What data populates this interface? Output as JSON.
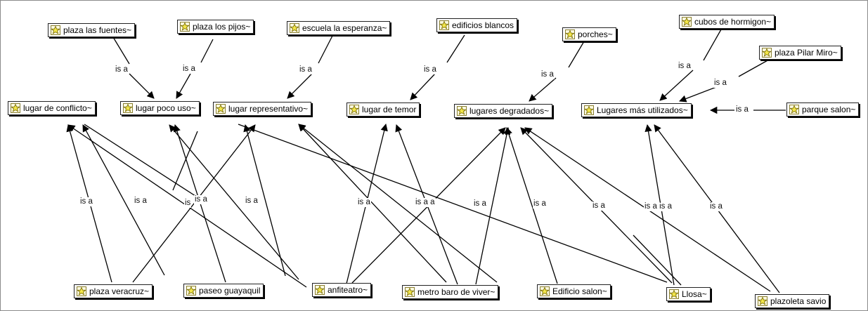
{
  "concepts": {
    "plaza_las_fuentes": "plaza las fuentes~",
    "plaza_los_pijos": "plaza los pijos~",
    "escuela_la_esperanza": "escuela la  esperanza~",
    "edificios_blancos": "edificios blancos",
    "porches": "porches~",
    "cubos_de_hormigon": "cubos de hormigon~",
    "plaza_pilar_miro": "plaza Pilar Miro~",
    "lugar_de_conflicto": "lugar de  conflicto~",
    "lugar_poco_uso": "lugar poco uso~",
    "lugar_representativo": "lugar representativo~",
    "lugar_de_temor": "lugar de temor",
    "lugares_degradados": "lugares degradados~",
    "lugares_mas_utilizados": "Lugares más utilizados~",
    "parque_salon": "parque salon~",
    "plaza_veracruz": "plaza veracruz~",
    "paseo_guayaquil": "paseo guayaquil",
    "anfiteatro": "anfiteatro~",
    "metro_baro_de_viver": "metro baro de viver~",
    "edificio_salon": "Edificio salon~",
    "llosa": "Llosa~",
    "plazoleta_savio": "plazoleta savio"
  },
  "link_labels": {
    "is_a": "is a",
    "is": "is",
    "is_a_a": "is a a",
    "is_a_is_a": "is a is a"
  },
  "icon": "concept-star-icon",
  "colors": {
    "icon_fill": "#f2e64a",
    "icon_stroke": "#6b5f00",
    "edge": "#000000",
    "frame": "#8a8a8a"
  }
}
